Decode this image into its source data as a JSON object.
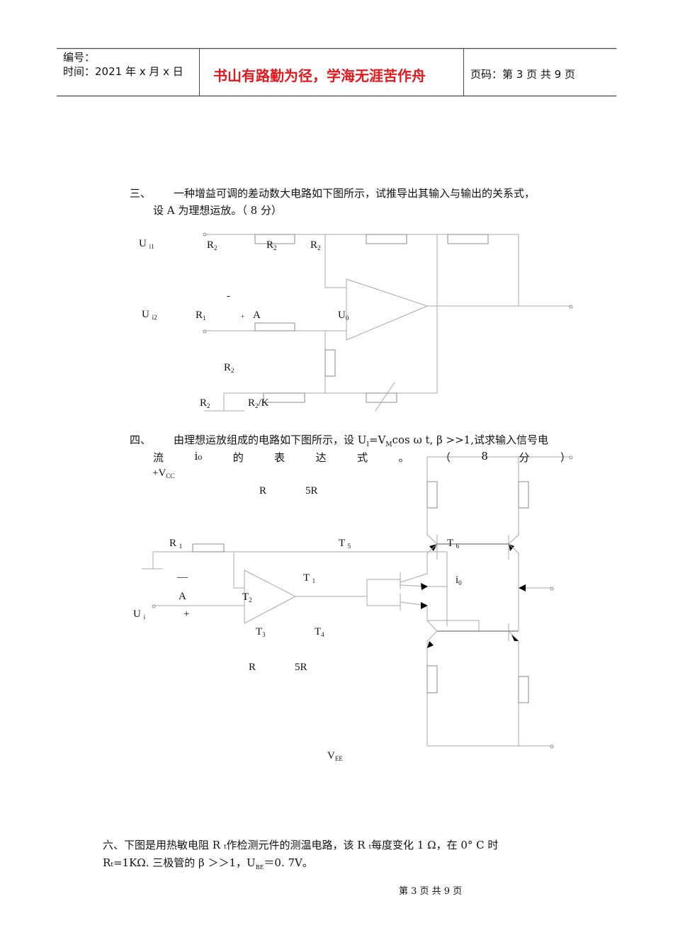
{
  "header": {
    "number_label": "编号：",
    "date_label": "时间：2021 年 x 月 x 日",
    "motto": "书山有路勤为径，学海无涯苦作舟",
    "page_info": "页码：第 3 页  共 9 页"
  },
  "q3": {
    "num": "三、",
    "line1": "一种增益可调的差动数大电路如下图所示，试推导出其输入与输出的关系式，",
    "line2": "设 A 为理想运放。（ 8 分）",
    "labels": {
      "ui1": "U",
      "ui1_sub": "i1",
      "r2a": "R",
      "r2a_sub": "2",
      "r2b": "R",
      "r2b_sub": "2",
      "r2c": "R",
      "r2c_sub": "2",
      "minus": "-",
      "ui2": "U",
      "ui2_sub": "i2",
      "r1": "R",
      "r1_sub": "1",
      "plus": "+",
      "amp": "A",
      "u0": "U",
      "u0_sub": "0",
      "r2d": "R",
      "r2d_sub": "2",
      "r2e": "R",
      "r2e_sub": "2",
      "r2k": "R",
      "r2k_sub": "2",
      "r2k_tail": "/K"
    }
  },
  "q4": {
    "num": "四、",
    "line1": "由理想运放组成的电路如下图所示，设 U",
    "line1_sub": "I",
    "line1_mid": "=V",
    "line1_sub2": "M",
    "line1_end": "cos ω t, β >>1,试求输入信号电",
    "line2": [
      "流",
      "i₀",
      "的",
      "表",
      "达",
      "式",
      "。",
      "（",
      "8",
      "分",
      "）"
    ],
    "labels": {
      "vcc": "+V",
      "vcc_sub": "CC",
      "r_top": "R",
      "r5_top": "5R",
      "r1": "R",
      "r1_sub": "1",
      "t5": "T",
      "t5_sub": "5",
      "t6": "T",
      "t6_sub": "6",
      "minus": "—",
      "t1": "T",
      "t1_sub": "1",
      "i0": "i",
      "i0_sub": "0",
      "amp": "A",
      "t2": "T",
      "t2_sub": "2",
      "ui": "U",
      "ui_sub": "i",
      "plus": "+",
      "t3": "T",
      "t3_sub": "3",
      "t4": "T",
      "t4_sub": "4",
      "r_bot": "R",
      "r5_bot": "5R",
      "vee": "V",
      "vee_sub": "EE"
    }
  },
  "q6": {
    "line1": "六、下图是用热敏电阻 R ₜ作检测元件的测温电路，该 R ₜ每度变化 1  Ω，在 0° C 时",
    "line2": "Rₜ=1KΩ. 三极管的 β ＞＞1，U",
    "line2_sub": "BE",
    "line2_end": "＝0. 7V。"
  },
  "footer": {
    "page": "第 3 页 共 9 页"
  }
}
